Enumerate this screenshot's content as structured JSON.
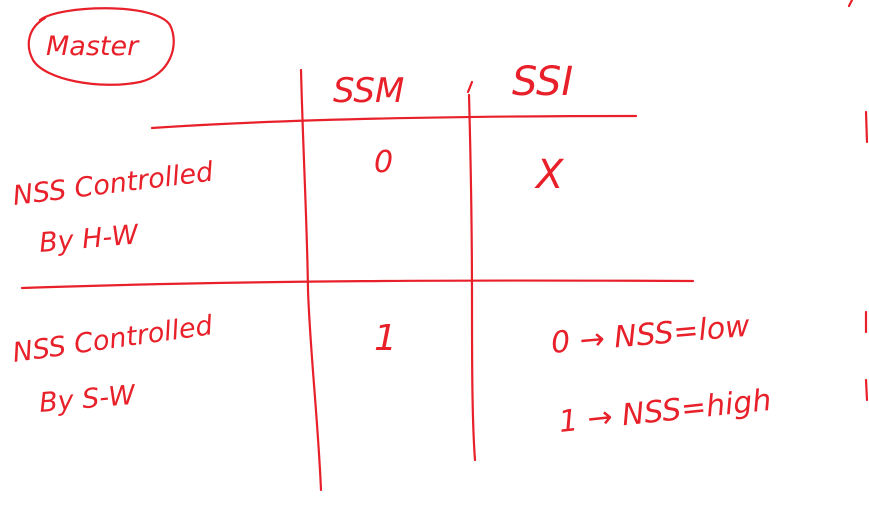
{
  "ink_color": "#e8202a",
  "background_color": "#ffffff",
  "title_badge": {
    "text": "Master"
  },
  "table": {
    "column_headers": [
      "SSM",
      "SSI"
    ],
    "rows": [
      {
        "label_line1": "NSS Controlled",
        "label_line2": "By H-W",
        "ssm": "0",
        "ssi": "X"
      },
      {
        "label_line1": "NSS Controlled",
        "label_line2": "By S-W",
        "ssm": "1",
        "ssi": ""
      }
    ]
  },
  "notes": [
    "0 → NSS=low",
    "1 → NSS=high"
  ]
}
